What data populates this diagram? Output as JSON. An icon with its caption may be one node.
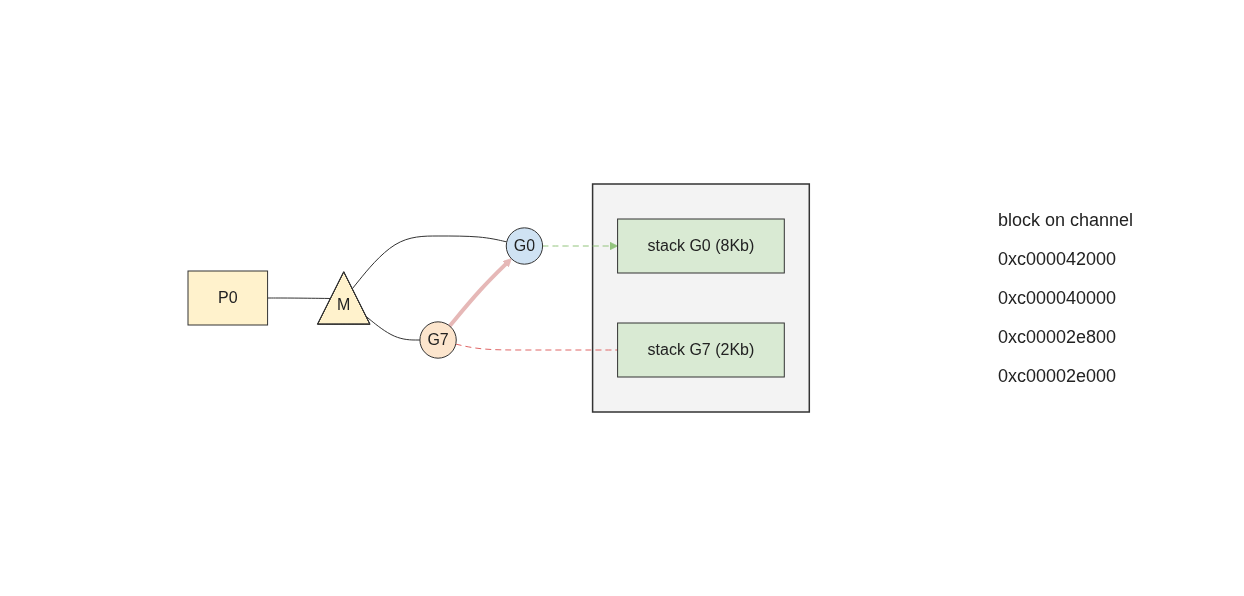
{
  "diagram": {
    "nodes": [
      {
        "text": [
          "P0"
        ]
      },
      {
        "text": [
          "M"
        ]
      },
      {
        "text": [
          "G7"
        ]
      },
      {
        "text": [
          "G0"
        ]
      },
      {
        "text": [],
        "shape": "box"
      },
      {
        "text": [
          "stack G0 (8Kb)"
        ],
        "in": 4
      },
      {
        "text": [
          "stack G7 (2Kb)"
        ],
        "in": 4
      }
    ],
    "edges": [
      {
        "from": 0,
        "to": 1,
        "arrow": "none"
      },
      {
        "from": 1,
        "to": 2,
        "arrow": "none"
      },
      {
        "from": 1,
        "to": 3,
        "arrow": "none"
      },
      {
        "from": 2,
        "to": 3,
        "arrow": "to",
        "style": "thick",
        "color": "#e6b8b7"
      },
      {
        "from": 3,
        "to": 5,
        "arrow": "to",
        "style": "dashed",
        "color": "#93c47d"
      },
      {
        "from": 2,
        "to": 6,
        "arrow": "none",
        "style": "dashed",
        "color": "#e06666"
      }
    ],
    "labels": [
      "block on channel",
      "0xc000042000",
      "0xc000040000",
      "0xc00002e800",
      "0xc00002e000"
    ]
  }
}
